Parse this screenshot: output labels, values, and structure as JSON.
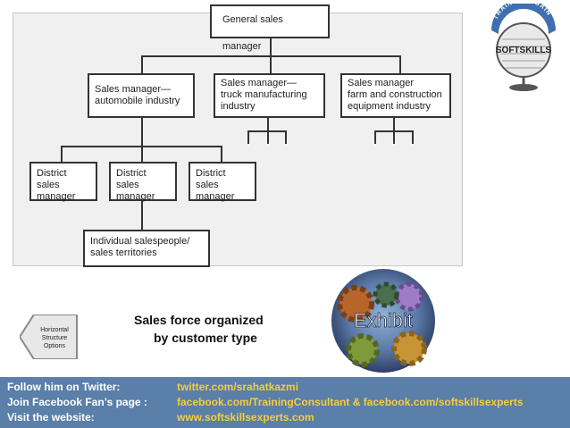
{
  "org_chart": {
    "general": "General sales manager",
    "manager_auto": "Sales manager—\n   automobile industry",
    "manager_truck": "Sales manager—\n   truck manufacturing\n   industry",
    "manager_farm": "Sales manager\n  farm and construction\n  equipment industry",
    "district_1": "District sales\nmanager",
    "district_2": "District sales\nmanager",
    "district_3": "District sales\nmanager",
    "salespeople": "Individual salespeople/\nsales territories"
  },
  "caption": {
    "line1": "Sales force organized",
    "line2": "by customer type"
  },
  "nav_arrow": {
    "label": "Horizontal\nStructure\nOptions"
  },
  "exhibit_badge": {
    "label": "Exhibit"
  },
  "logo": {
    "arc_text": "TRAIN AND GAIN",
    "word": "SOFTSKILLS"
  },
  "footer": {
    "twitter_label": "Follow him on Twitter:",
    "twitter_value": "twitter.com/srahatkazmi",
    "facebook_label": "Join Facebook Fan’s page :",
    "facebook_value": "facebook.com/TrainingConsultant  & facebook.com/softskillsexperts",
    "website_label": "Visit the website:",
    "website_value": "www.softskillsexperts.com"
  },
  "colors": {
    "footer_bg": "#5a7fa8",
    "footer_link": "#f6cd3c",
    "panel_bg": "#f0f0f0"
  }
}
